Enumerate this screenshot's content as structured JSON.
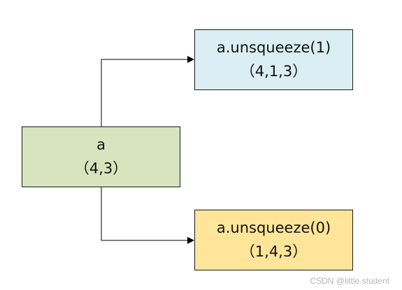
{
  "nodes": {
    "source": {
      "name": "a",
      "shape": "（4,3）",
      "fill": "#d7e4bd"
    },
    "top": {
      "name": "a.unsqueeze(1)",
      "shape": "（4,1,3）",
      "fill": "#dbeef4"
    },
    "bottom": {
      "name": "a.unsqueeze(0)",
      "shape": "（1,4,3）",
      "fill": "#fee599"
    }
  },
  "watermark": "CSDN @little student",
  "colors": {
    "border": "#1a1a1a",
    "connector": "#000000"
  }
}
